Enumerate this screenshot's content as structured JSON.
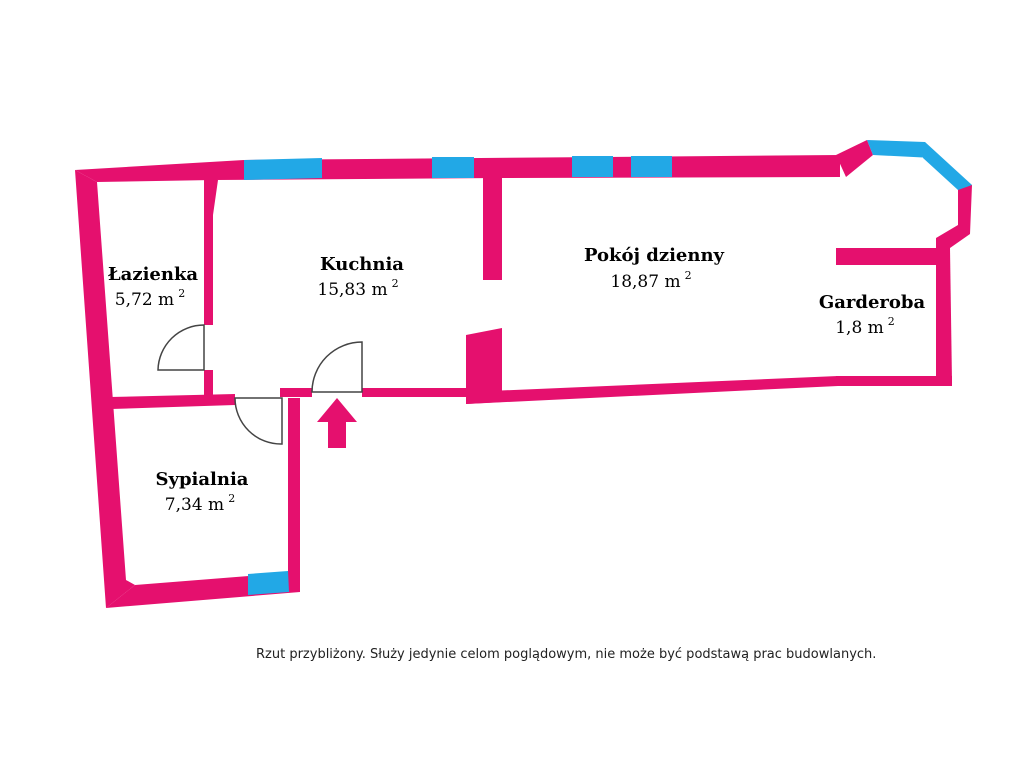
{
  "colors": {
    "wall": "#e5106e",
    "window": "#22a8e6",
    "door_line": "#444444",
    "arrow": "#e5106e"
  },
  "rooms": [
    {
      "name": "Łazienka",
      "area": "5,72 m",
      "unit_sup": "2"
    },
    {
      "name": "Kuchnia",
      "area": "15,83 m",
      "unit_sup": "2"
    },
    {
      "name": "Pokój dzienny",
      "area": "18,87 m",
      "unit_sup": "2"
    },
    {
      "name": "Garderoba",
      "area": "1,8 m",
      "unit_sup": "2"
    },
    {
      "name": "Sypialnia",
      "area": "7,34 m",
      "unit_sup": "2"
    }
  ],
  "disclaimer": "Rzut przybliżony. Służy jedynie celom poglądowym, nie może być podstawą prac budowlanych.",
  "icons": {
    "entrance": "arrow-up-icon"
  }
}
